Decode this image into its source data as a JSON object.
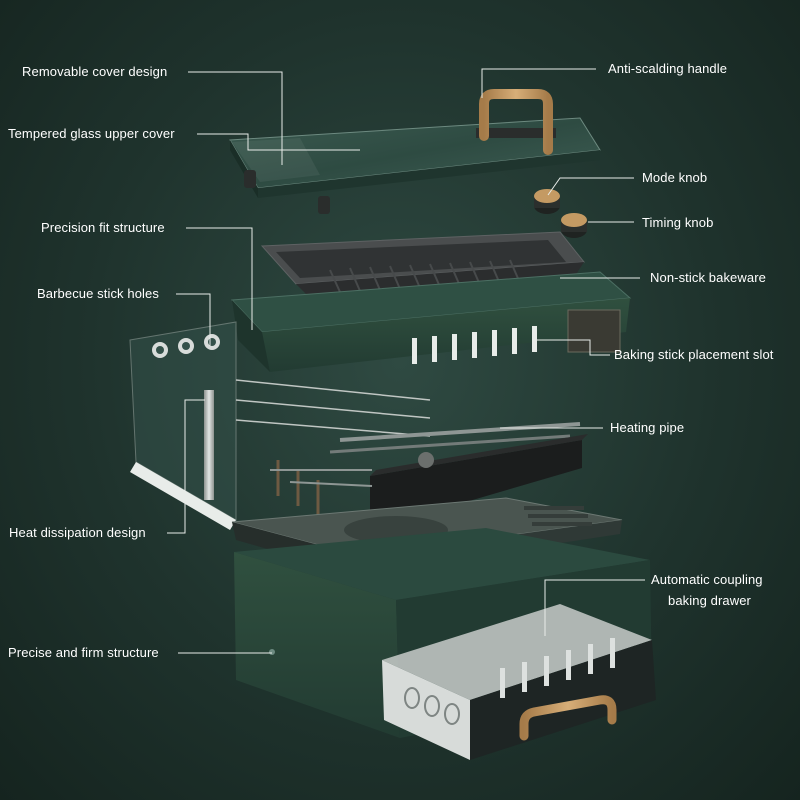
{
  "diagram": {
    "labels": [
      {
        "id": "removable-cover",
        "text": "Removable cover design"
      },
      {
        "id": "tempered-glass",
        "text": "Tempered glass upper cover"
      },
      {
        "id": "precision-fit",
        "text": "Precision fit structure"
      },
      {
        "id": "barbecue-holes",
        "text": "Barbecue stick holes"
      },
      {
        "id": "heat-dissipation",
        "text": "Heat dissipation design"
      },
      {
        "id": "precise-firm",
        "text": "Precise and firm structure"
      },
      {
        "id": "anti-scalding",
        "text": "Anti-scalding handle"
      },
      {
        "id": "mode-knob",
        "text": "Mode knob"
      },
      {
        "id": "timing-knob",
        "text": "Timing knob"
      },
      {
        "id": "non-stick",
        "text": "Non-stick bakeware"
      },
      {
        "id": "stick-slot",
        "text": "Baking stick placement slot"
      },
      {
        "id": "heating-pipe",
        "text": "Heating pipe"
      },
      {
        "id": "drawer-line1",
        "text": "Automatic coupling"
      },
      {
        "id": "drawer-line2",
        "text": "baking drawer"
      }
    ]
  },
  "colors": {
    "background": "#1f332d",
    "body_green": "#2c4a40",
    "body_dark": "#1c3029",
    "pan": "#3a3d3e",
    "wood": "#c49a63",
    "metal": "#c9ccc9",
    "label_text": "#ffffff"
  }
}
